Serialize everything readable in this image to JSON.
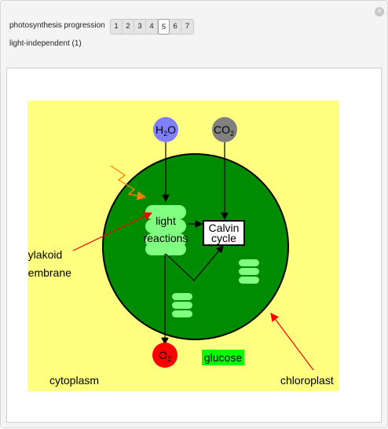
{
  "controls": {
    "label": "photosynthesis progression",
    "steps": [
      "1",
      "2",
      "3",
      "4",
      "5",
      "6",
      "7"
    ],
    "active_step": "5",
    "close_icon": "x-icon"
  },
  "stage": {
    "label": "light-independent (1)"
  },
  "diagram": {
    "water_main": "H",
    "water_sub": "2",
    "water_tail": "O",
    "co2_main": "CO",
    "co2_sub": "2",
    "oxygen_main": "O",
    "oxygen_sub": "2",
    "light_reactions_line1": "light",
    "light_reactions_line2": "reactions",
    "calvin_line1": "Calvin",
    "calvin_line2": "cycle",
    "glucose": "glucose",
    "thylakoid_line1": "thylakoid",
    "thylakoid_line2": "membrane",
    "cytoplasm": "cytoplasm",
    "chloroplast": "chloroplast",
    "colors": {
      "cytoplasm": "#ffff80",
      "chloroplast": "#008c00",
      "thylakoid": "#80ff80",
      "water": "#8080ff",
      "co2": "#808080",
      "oxygen": "#ff0000",
      "glucose": "#00ff00",
      "pointer": "#ff0000",
      "lightning": "#ff8000"
    }
  }
}
